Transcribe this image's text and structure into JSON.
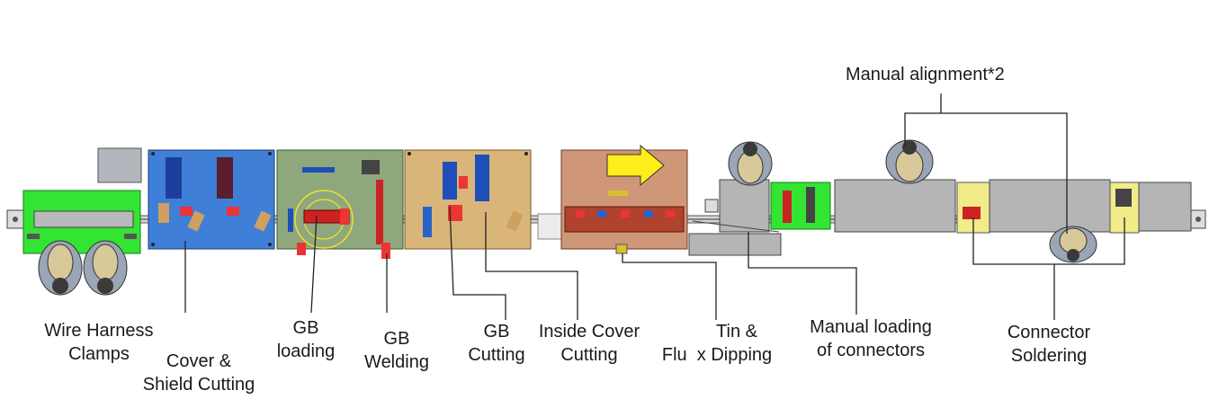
{
  "labels": {
    "manual_alignment": "Manual alignment*2",
    "wire_harness": [
      "Wire Harness",
      "Clamps"
    ],
    "cover_shield": [
      "Cover &",
      "Shield Cutting"
    ],
    "gb_loading": [
      "GB",
      "loading"
    ],
    "gb_welding": [
      "GB",
      "Welding"
    ],
    "gb_cutting": [
      "GB",
      "Cutting"
    ],
    "inside_cover": [
      "Inside Cover",
      "Cutting"
    ],
    "tin_flux": [
      "Tin &",
      "Flu  x Dipping"
    ],
    "manual_loading": [
      "Manual loading",
      "of connectors"
    ],
    "connector_soldering": [
      "Connector",
      "Soldering"
    ]
  },
  "colors": {
    "green_station": "#33e433",
    "blue_station": "#3f7fd8",
    "olive_station": "#8fa77c",
    "tan_station": "#d9b57a",
    "salmon_station": "#cf9778",
    "grey_module": "#b5b5b5",
    "yellow_module": "#f2eb8a",
    "arrow_yellow": "#ffee1a",
    "leader_line": "#222222"
  }
}
